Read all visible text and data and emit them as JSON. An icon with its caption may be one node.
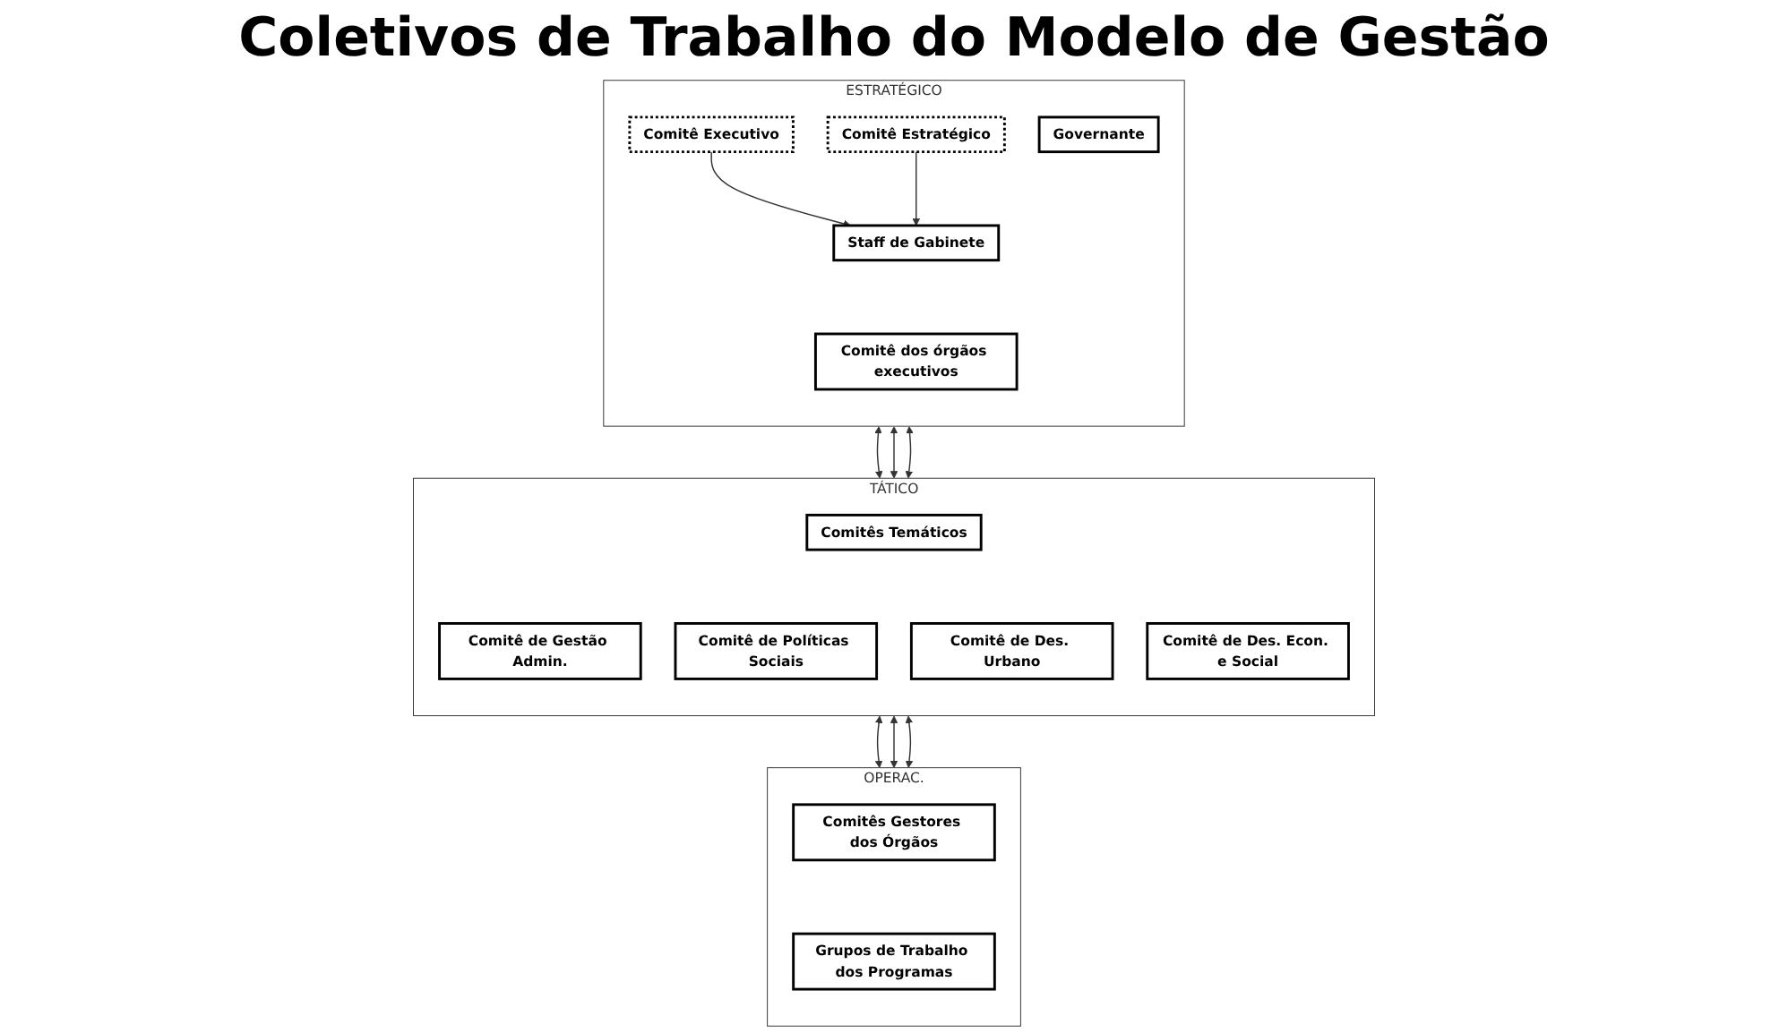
{
  "diagram": {
    "title": "Coletivos de Trabalho do Modelo de Gestão",
    "nodes": [
      {
        "text": [
          "ESTRATÉGICO"
        ]
      },
      {
        "text": [
          "Comitê Executivo"
        ],
        "in": 0
      },
      {
        "text": [
          "Governante"
        ],
        "in": 0
      },
      {
        "text": [
          "Comitê Estratégico"
        ],
        "in": 0
      },
      {
        "text": [
          "Staff de Gabinete"
        ],
        "in": 0
      },
      {
        "text": [
          "Comitê dos órgãos executivos"
        ],
        "in": 0
      },
      {
        "text": [
          "TÁTICO"
        ]
      },
      {
        "text": [
          "Comitês Temáticos"
        ],
        "in": 6
      },
      {
        "text": [
          "Comitê de Gestão Admin."
        ],
        "in": 6
      },
      {
        "text": [
          "Comitê de Políticas Sociais"
        ],
        "in": 6
      },
      {
        "text": [
          "Comitê de Des. Urbano"
        ],
        "in": 6
      },
      {
        "text": [
          "Comitê de Des. Econ. e Social"
        ],
        "in": 6
      },
      {
        "text": [
          "OPERAC."
        ]
      },
      {
        "text": [
          "Comitês Gestores dos Órgãos"
        ],
        "in": 12
      },
      {
        "text": [
          "Grupos de Trabalho dos Programas"
        ],
        "in": 12
      }
    ],
    "edges": [
      {
        "from": 1,
        "to": 4,
        "arrow": "to"
      },
      {
        "from": 3,
        "to": 4,
        "arrow": "to"
      },
      {
        "from": 0,
        "to": 6,
        "arrow": "both"
      },
      {
        "from": 0,
        "to": 6,
        "arrow": "both"
      },
      {
        "from": 0,
        "to": 6,
        "arrow": "both"
      },
      {
        "from": 6,
        "to": 12,
        "arrow": "both"
      },
      {
        "from": 6,
        "to": 12,
        "arrow": "both"
      },
      {
        "from": 6,
        "to": 12,
        "arrow": "both"
      }
    ]
  }
}
